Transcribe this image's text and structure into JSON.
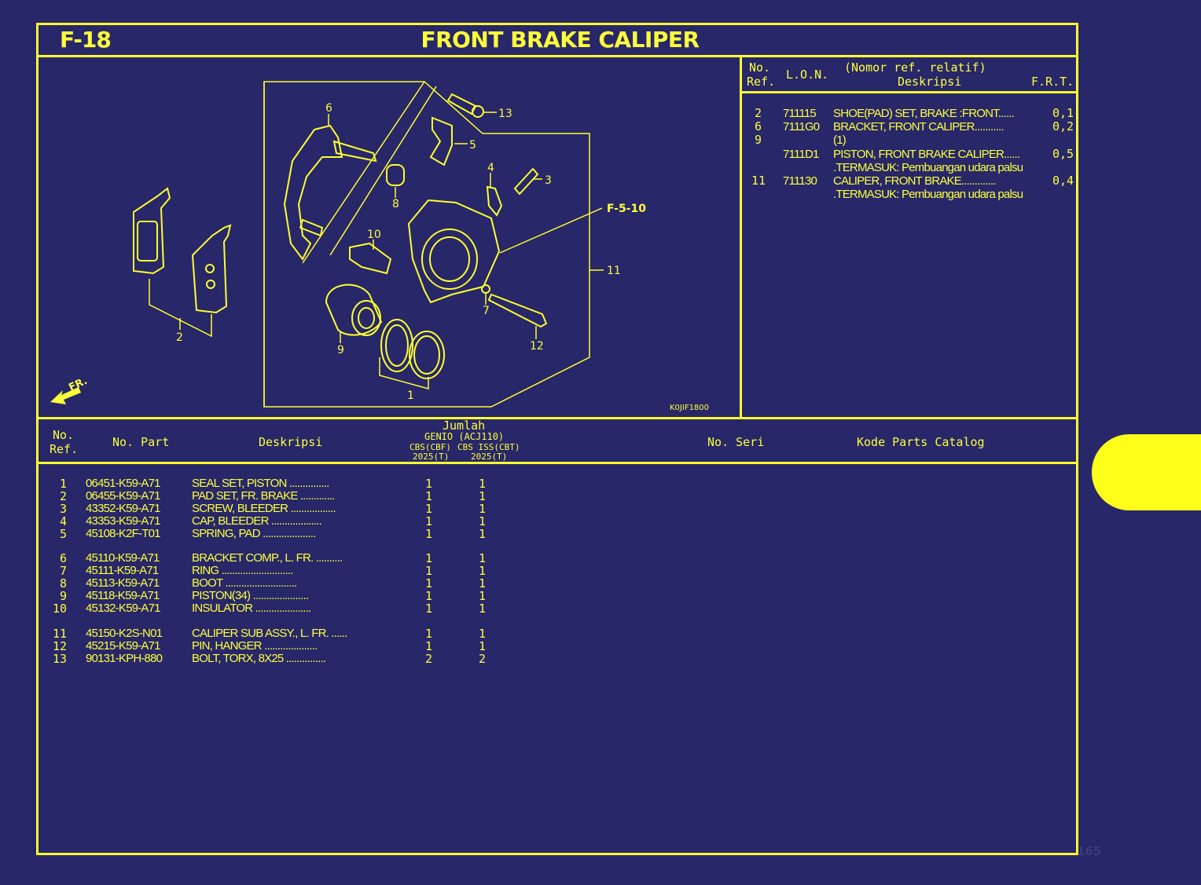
{
  "header": {
    "code": "F-18",
    "title": "FRONT BRAKE CALIPER"
  },
  "diagram": {
    "callouts": [
      "1",
      "2",
      "3",
      "4",
      "5",
      "6",
      "7",
      "8",
      "9",
      "10",
      "11",
      "12",
      "13"
    ],
    "ref_link": "F-5-10",
    "drawing_code": "K0JIF1800",
    "direction_label": "FR."
  },
  "ref_table": {
    "headers": {
      "no": "No.",
      "ref": "Ref.",
      "lon": "L.O.N.",
      "nomor_ref": "(Nomor ref. relatif)",
      "deskripsi": "Deskripsi",
      "frt": "F.R.T."
    },
    "rows": [
      {
        "ref": "2",
        "lon": "711115",
        "desc": "SHOE(PAD) SET, BRAKE :FRONT......",
        "frt": "0,1"
      },
      {
        "ref": "6",
        "lon": "7111G0",
        "desc": "BRACKET, FRONT CALIPER...........",
        "frt": "0,2"
      },
      {
        "ref": "9",
        "lon": "",
        "desc": "(1)",
        "frt": ""
      },
      {
        "ref": "",
        "lon": "7111D1",
        "desc": "PISTON, FRONT BRAKE CALIPER......",
        "frt": "0,5"
      },
      {
        "ref": "",
        "lon": "",
        "desc": ".TERMASUK: Pembuangan udara palsu",
        "frt": ""
      },
      {
        "ref": "11",
        "lon": "711130",
        "desc": "CALIPER, FRONT BRAKE.............",
        "frt": "0,4"
      },
      {
        "ref": "",
        "lon": "",
        "desc": ".TERMASUK: Pembuangan udara palsu",
        "frt": ""
      }
    ]
  },
  "parts_table": {
    "headers": {
      "no": "No.",
      "ref": "Ref.",
      "part_no": "No. Part",
      "deskripsi": "Deskripsi",
      "jumlah": "Jumlah",
      "model": "GENIO (ACJ110)",
      "col1": "CBS(CBF)",
      "col2": "CBS ISS(CBT)",
      "year1": "2025(T)",
      "year2": "2025(T)",
      "no_seri": "No. Seri",
      "kode": "Kode Parts Catalog"
    },
    "rows": [
      {
        "ref": "1",
        "part": "06451-K59-A71",
        "desc": "SEAL SET, PISTON ...............",
        "q1": "1",
        "q2": "1"
      },
      {
        "ref": "2",
        "part": "06455-K59-A71",
        "desc": "PAD SET, FR. BRAKE .............",
        "q1": "1",
        "q2": "1"
      },
      {
        "ref": "3",
        "part": "43352-K59-A71",
        "desc": "SCREW, BLEEDER .................",
        "q1": "1",
        "q2": "1"
      },
      {
        "ref": "4",
        "part": "43353-K59-A71",
        "desc": "CAP, BLEEDER ...................",
        "q1": "1",
        "q2": "1"
      },
      {
        "ref": "5",
        "part": "45108-K2F-T01",
        "desc": "SPRING, PAD ....................",
        "q1": "1",
        "q2": "1"
      },
      {
        "ref": "6",
        "part": "45110-K59-A71",
        "desc": "BRACKET COMP., L. FR. ..........",
        "q1": "1",
        "q2": "1"
      },
      {
        "ref": "7",
        "part": "45111-K59-A71",
        "desc": "RING ...........................",
        "q1": "1",
        "q2": "1"
      },
      {
        "ref": "8",
        "part": "45113-K59-A71",
        "desc": "BOOT ...........................",
        "q1": "1",
        "q2": "1"
      },
      {
        "ref": "9",
        "part": "45118-K59-A71",
        "desc": "PISTON(34) .....................",
        "q1": "1",
        "q2": "1"
      },
      {
        "ref": "10",
        "part": "45132-K59-A71",
        "desc": "INSULATOR .....................",
        "q1": "1",
        "q2": "1"
      },
      {
        "ref": "11",
        "part": "45150-K2S-N01",
        "desc": "CALIPER SUB ASSY., L. FR. ......",
        "q1": "1",
        "q2": "1"
      },
      {
        "ref": "12",
        "part": "45215-K59-A71",
        "desc": "PIN, HANGER ....................",
        "q1": "1",
        "q2": "1"
      },
      {
        "ref": "13",
        "part": "90131-KPH-880",
        "desc": "BOLT, TORX, 8X25 ...............",
        "q1": "2",
        "q2": "2"
      }
    ]
  },
  "page_number": "165",
  "colors": {
    "background": "#27276a",
    "foreground": "#ffff3a",
    "tab": "#ffff1a"
  }
}
